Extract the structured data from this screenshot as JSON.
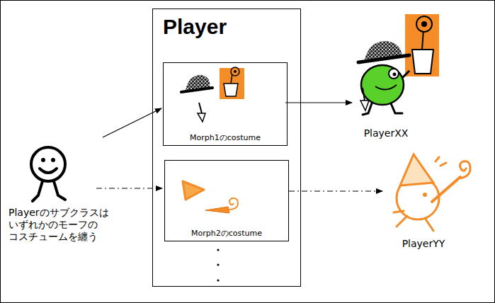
{
  "diagram": {
    "nodes": [
      {
        "text": [
          "Player"
        ]
      },
      {
        "text": [
          "Morph1のcostume"
        ],
        "in": 0
      },
      {
        "text": [
          "Morph2のcostume"
        ],
        "in": 0
      }
    ],
    "labels": [
      "Playerのサブクラスは いずれかのモーフの コスチュームを纏う",
      "PlayerXX",
      "PlayerYY"
    ]
  }
}
